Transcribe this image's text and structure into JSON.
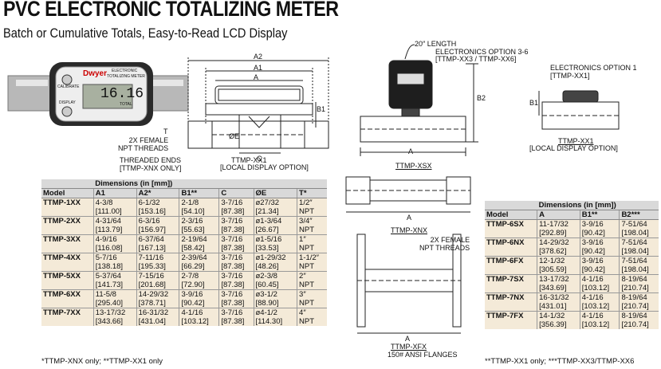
{
  "title": "PVC ELECTRONIC TOTALIZING METER",
  "subtitle": "Batch or Cumulative Totals, Easy-to-Read LCD Display",
  "photo": {
    "brand": "Dwyer",
    "label_line1": "ELECTRONIC",
    "label_line2": "TOTALIZING METER",
    "btn_calibrate": "CALIBRATE",
    "btn_display": "DISPLAY",
    "lcd_value": "16.16",
    "lcd_unit": "TOTAL"
  },
  "drawing_main": {
    "a2": "A2",
    "a1": "A1",
    "a": "A",
    "b1": "B1",
    "c": "C",
    "t": "T",
    "oe": "ØE",
    "female_threads": "2X FEMALE\nNPT THREADS",
    "threaded_ends": "THREADED ENDS\n[TTMP-XNX ONLY]",
    "caption1": "TTMP-XX1",
    "caption2": "[LOCAL DISPLAY OPTION]"
  },
  "drawing_xsx": {
    "length": "20″ LENGTH",
    "electronics": "ELECTRONICS OPTION 3-6",
    "models": "[TTMP-XX3 / TTMP-XX6]",
    "b2": "B2",
    "a": "A",
    "caption": "TTMP-XSX"
  },
  "drawing_option1": {
    "electronics": "ELECTRONICS OPTION 1",
    "model": "[TTMP-XX1]",
    "b1": "B1",
    "caption1": "TTMP-XX1",
    "caption2": "[LOCAL DISPLAY OPTION]"
  },
  "drawing_xnx": {
    "a": "A",
    "caption": "TTMP-XNX",
    "threads": "2X FEMALE\nNPT THREADS"
  },
  "drawing_xfx": {
    "a": "A",
    "caption": "TTMP-XFX",
    "flanges": "150# ANSI FLANGES"
  },
  "table1": {
    "group_header": "Dimensions (in [mm])",
    "columns": [
      "Model",
      "A1",
      "A2*",
      "B1**",
      "C",
      "ØE",
      "T*"
    ],
    "rows": [
      {
        "model": "TTMP-1XX",
        "in": [
          "4-3/8",
          "6-1/32",
          "2-1/8",
          "3-7/16",
          "ø27/32",
          "1/2″"
        ],
        "mm": [
          "[111.00]",
          "[153.16]",
          "[54.10]",
          "[87.38]",
          "[21.34]",
          "NPT"
        ]
      },
      {
        "model": "TTMP-2XX",
        "in": [
          "4-31/64",
          "6-3/16",
          "2-3/16",
          "3-7/16",
          "ø1-3/64",
          "3/4″"
        ],
        "mm": [
          "[113.79]",
          "[156.97]",
          "[55.63]",
          "[87.38]",
          "[26.67]",
          "NPT"
        ]
      },
      {
        "model": "TTMP-3XX",
        "in": [
          "4-9/16",
          "6-37/64",
          "2-19/64",
          "3-7/16",
          "ø1-5/16",
          "1″"
        ],
        "mm": [
          "[116.08]",
          "[167.13]",
          "[58.42]",
          "[87.38]",
          "[33.53]",
          "NPT"
        ]
      },
      {
        "model": "TTMP-4XX",
        "in": [
          "5-7/16",
          "7-11/16",
          "2-39/64",
          "3-7/16",
          "ø1-29/32",
          "1-1/2″"
        ],
        "mm": [
          "[138.18]",
          "[195.33]",
          "[66.29]",
          "[87.38]",
          "[48.26]",
          "NPT"
        ]
      },
      {
        "model": "TTMP-5XX",
        "in": [
          "5-37/64",
          "7-15/16",
          "2-7/8",
          "3-7/16",
          "ø2-3/8",
          "2″"
        ],
        "mm": [
          "[141.73]",
          "[201.68]",
          "[72.90]",
          "[87.38]",
          "[60.45]",
          "NPT"
        ]
      },
      {
        "model": "TTMP-6XX",
        "in": [
          "11-5/8",
          "14-29/32",
          "3-9/16",
          "3-7/16",
          "ø3-1/2",
          "3″"
        ],
        "mm": [
          "[295.40]",
          "[378.71]",
          "[90.42]",
          "[87.38]",
          "[88.90]",
          "NPT"
        ]
      },
      {
        "model": "TTMP-7XX",
        "in": [
          "13-17/32",
          "16-31/32",
          "4-1/16",
          "3-7/16",
          "ø4-1/2",
          "4″"
        ],
        "mm": [
          "[343.66]",
          "[431.04]",
          "[103.12]",
          "[87.38]",
          "[114.30]",
          "NPT"
        ]
      }
    ],
    "footnote": "*TTMP-XNX only; **TTMP-XX1 only"
  },
  "table2": {
    "group_header": "Dimensions (in [mm])",
    "columns": [
      "Model",
      "A",
      "B1**",
      "B2***"
    ],
    "rows": [
      {
        "model": "TTMP-6SX",
        "in": [
          "11-17/32",
          "3-9/16",
          "7-51/64"
        ],
        "mm": [
          "[292.89]",
          "[90.42]",
          "[198.04]"
        ]
      },
      {
        "model": "TTMP-6NX",
        "in": [
          "14-29/32",
          "3-9/16",
          "7-51/64"
        ],
        "mm": [
          "[378.62]",
          "[90.42]",
          "[198.04]"
        ]
      },
      {
        "model": "TTMP-6FX",
        "in": [
          "12-1/32",
          "3-9/16",
          "7-51/64"
        ],
        "mm": [
          "[305.59]",
          "[90.42]",
          "[198.04]"
        ]
      },
      {
        "model": "TTMP-7SX",
        "in": [
          "13-17/32",
          "4-1/16",
          "8-19/64"
        ],
        "mm": [
          "[343.69]",
          "[103.12]",
          "[210.74]"
        ]
      },
      {
        "model": "TTMP-7NX",
        "in": [
          "16-31/32",
          "4-1/16",
          "8-19/64"
        ],
        "mm": [
          "[431.01]",
          "[103.12]",
          "[210.74]"
        ]
      },
      {
        "model": "TTMP-7FX",
        "in": [
          "14-1/32",
          "4-1/16",
          "8-19/64"
        ],
        "mm": [
          "[356.39]",
          "[103.12]",
          "[210.74]"
        ]
      }
    ],
    "footnote": "**TTMP-XX1 only; ***TTMP-XX3/TTMP-XX6"
  }
}
